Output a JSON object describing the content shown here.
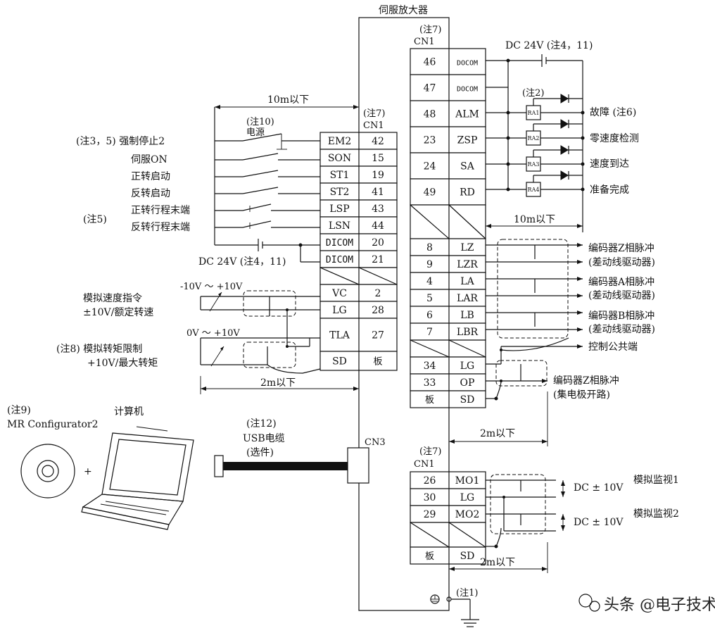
{
  "title": "伺服放大器",
  "cn1_note": "(注7)",
  "cn1_label": "CN1",
  "cn3_label": "CN3",
  "left_rows": [
    {
      "signal": "EM2",
      "pin": "42"
    },
    {
      "signal": "SON",
      "pin": "15"
    },
    {
      "signal": "ST1",
      "pin": "19"
    },
    {
      "signal": "ST2",
      "pin": "41"
    },
    {
      "signal": "LSP",
      "pin": "43"
    },
    {
      "signal": "LSN",
      "pin": "44"
    },
    {
      "signal": "DICOM",
      "pin": "20"
    },
    {
      "signal": "DICOM",
      "pin": "21"
    },
    {
      "signal": "",
      "pin": ""
    },
    {
      "signal": "VC",
      "pin": "2"
    },
    {
      "signal": "LG",
      "pin": "28"
    },
    {
      "signal": "TLA",
      "pin": "27"
    },
    {
      "signal": "SD",
      "pin": "板"
    }
  ],
  "right_rows": [
    {
      "pin": "46",
      "signal": "DOCOM"
    },
    {
      "pin": "47",
      "signal": "DOCOM"
    },
    {
      "pin": "48",
      "signal": "ALM"
    },
    {
      "pin": "23",
      "signal": "ZSP"
    },
    {
      "pin": "24",
      "signal": "SA"
    },
    {
      "pin": "49",
      "signal": "RD"
    },
    {
      "pin": "",
      "signal": ""
    },
    {
      "pin": "8",
      "signal": "LZ"
    },
    {
      "pin": "9",
      "signal": "LZR"
    },
    {
      "pin": "4",
      "signal": "LA"
    },
    {
      "pin": "5",
      "signal": "LAR"
    },
    {
      "pin": "6",
      "signal": "LB"
    },
    {
      "pin": "7",
      "signal": "LBR"
    },
    {
      "pin": "",
      "signal": ""
    },
    {
      "pin": "34",
      "signal": "LG"
    },
    {
      "pin": "33",
      "signal": "OP"
    },
    {
      "pin": "板",
      "signal": "SD"
    }
  ],
  "monitor_rows": [
    {
      "pin": "26",
      "signal": "MO1"
    },
    {
      "pin": "30",
      "signal": "LG"
    },
    {
      "pin": "29",
      "signal": "MO2"
    },
    {
      "pin": "",
      "signal": ""
    },
    {
      "pin": "板",
      "signal": "SD"
    }
  ],
  "left_labels": {
    "em2": "(注3，5) 强制停止2",
    "son": "伺服ON",
    "st1": "正转启动",
    "st2": "反转启动",
    "lsp": "正转行程末端",
    "lsn": "反转行程末端",
    "note5": "(注5)",
    "power_note": "(注10)",
    "power": "电源",
    "dc_left": "DC 24V (注4，11)",
    "dist_top": "10m以下",
    "vc_range": "-10V ～ +10V",
    "vc_desc1": "模拟速度指令",
    "vc_desc2": "±10V/额定转速",
    "tla_range": "0V ～ +10V",
    "tla_desc1": "(注8) 模拟转矩限制",
    "tla_desc2": "+10V/最大转矩",
    "dist_analog": "2m以下"
  },
  "right_labels": {
    "dc_right": "DC 24V (注4，11)",
    "relay_note": "(注2)",
    "relays": [
      "RA1",
      "RA2",
      "RA3",
      "RA4"
    ],
    "alm": "故障 (注6)",
    "zsp": "零速度检测",
    "sa": "速度到达",
    "rd": "准备完成",
    "dist_out": "10m以下",
    "enc_z": "编码器Z相脉冲",
    "enc_z_sub": "(差动线驱动器)",
    "enc_a": "编码器A相脉冲",
    "enc_a_sub": "(差动线驱动器)",
    "enc_b": "编码器B相脉冲",
    "enc_b_sub": "(差动线驱动器)",
    "common": "控制公共端",
    "op": "编码器Z相脉冲",
    "op_sub": "(集电极开路)",
    "dist_enc": "2m以下",
    "mon1": "模拟监视1",
    "mon2": "模拟监视2",
    "dc_mon1": "DC ± 10V",
    "dc_mon2": "DC ± 10V",
    "dist_mon": "2m以下",
    "ground_note": "(注1)"
  },
  "pc": {
    "note": "(注9)",
    "software": "MR Configurator2",
    "computer": "计算机",
    "plus": "+",
    "usb_note": "(注12)",
    "usb": "USB电缆",
    "usb_sub": "(选件)"
  },
  "watermark": "头条 @电子技术控"
}
